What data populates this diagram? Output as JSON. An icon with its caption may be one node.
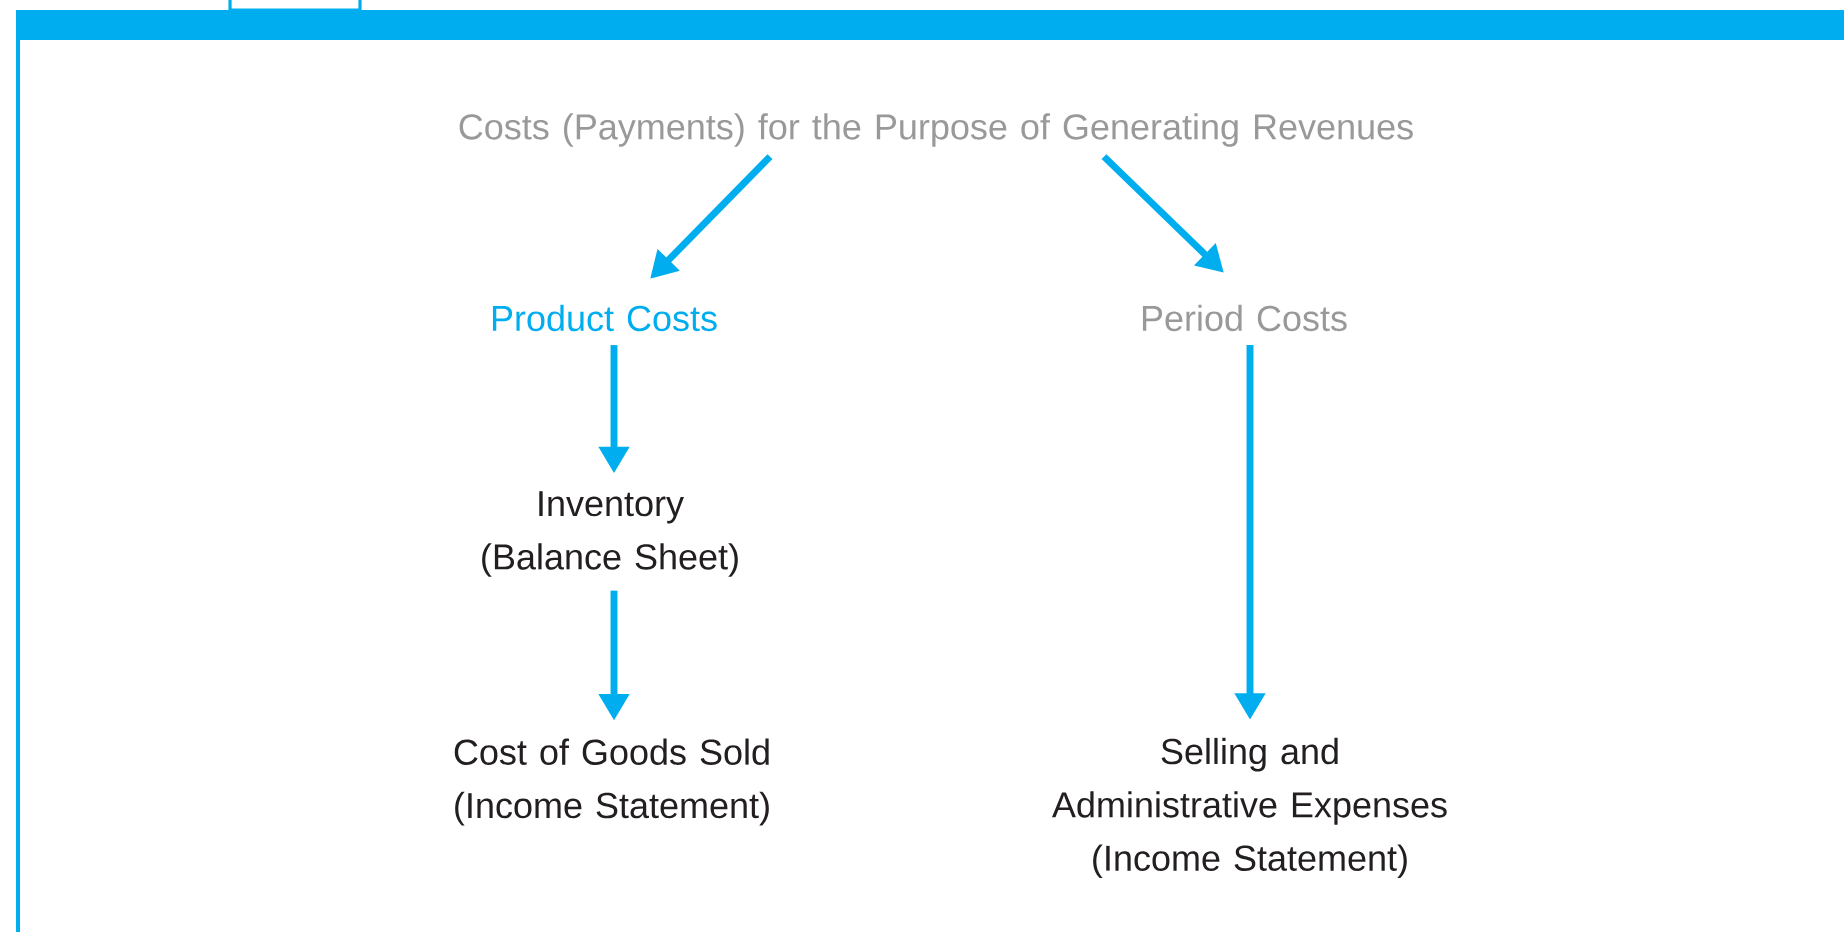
{
  "diagram": {
    "nodes": [
      {
        "text": [
          "Costs (Payments) for the Purpose of Generating Revenues"
        ]
      },
      {
        "text": [
          "Product Costs"
        ]
      },
      {
        "text": [
          "Period Costs"
        ]
      },
      {
        "text": [
          "Inventory (Balance Sheet)"
        ]
      },
      {
        "text": [
          "Cost of Goods Sold (Income Statement)"
        ]
      },
      {
        "text": [
          "Selling and Administrative Expenses (Income Statement)"
        ]
      }
    ],
    "edges": [
      {
        "from": 0,
        "to": 1,
        "arrow": "to"
      },
      {
        "from": 0,
        "to": 2,
        "arrow": "to"
      },
      {
        "from": 1,
        "to": 3,
        "arrow": "to"
      },
      {
        "from": 3,
        "to": 4,
        "arrow": "to"
      },
      {
        "from": 2,
        "to": 5,
        "arrow": "to"
      }
    ]
  }
}
